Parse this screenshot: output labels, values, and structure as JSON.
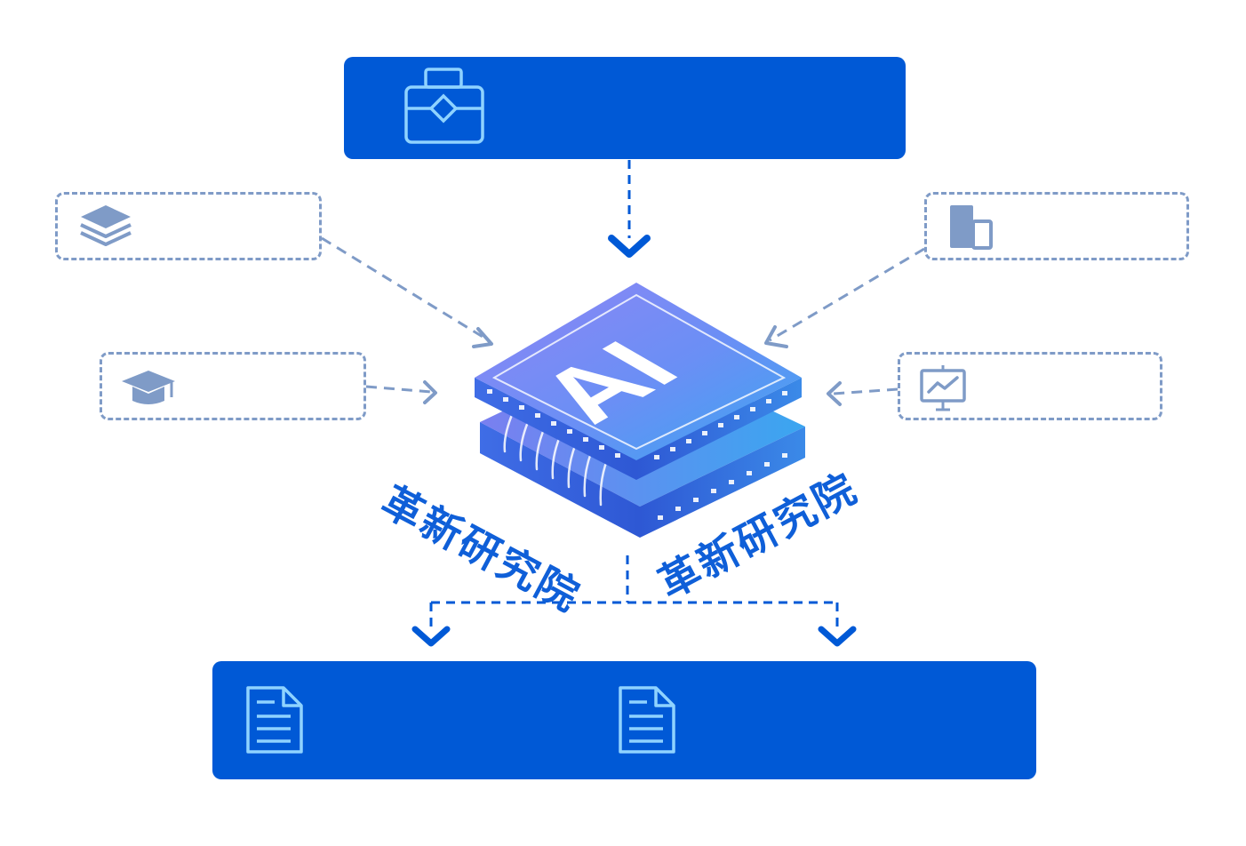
{
  "chip": {
    "label": "AI",
    "caption_left": "革新研究院",
    "caption_right": "革新研究院"
  },
  "icons": {
    "top": "briefcase-icon",
    "left_upper": "layers-icon",
    "left_lower": "graduation-cap-icon",
    "right_upper": "building-icon",
    "right_lower": "presentation-chart-icon",
    "bottom_left": "document-icon",
    "bottom_right": "document-icon"
  },
  "colors": {
    "primary_blue": "#0059d6",
    "dashed_gray_blue": "#7f9bc7",
    "icon_light": "#8fd3ff"
  }
}
